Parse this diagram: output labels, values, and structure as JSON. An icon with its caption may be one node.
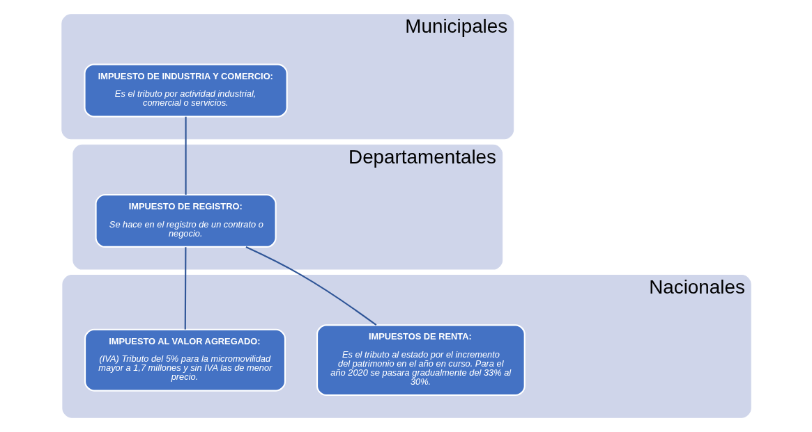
{
  "diagram": {
    "nodes": [
      {
        "text": [
          "Municipales"
        ]
      },
      {
        "text": [
          "IMPUESTO DE INDUSTRIA Y COMERCIO:",
          "Es el tributo por actividad industrial, comercial o servicios."
        ],
        "in": 0
      },
      {
        "text": [
          "Departamentales"
        ]
      },
      {
        "text": [
          "IMPUESTO DE REGISTRO:",
          "Se hace en el registro de un contrato o negocio."
        ],
        "in": 2
      },
      {
        "text": [
          "Nacionales"
        ]
      },
      {
        "text": [
          "IMPUESTOS DE RENTA:",
          "Es el tributo al estado por el incremento del patrimonio en el año en curso. Para el año 2020 se pasara gradualmente del 33% al 30%."
        ],
        "in": 4
      },
      {
        "text": [
          "IMPUESTO AL VALOR AGREGADO:",
          "(IVA) Tributo del 5% para la micromovilidad mayor a 1,7 millones y sin IVA las de menor precio."
        ],
        "in": 4
      }
    ],
    "edges": [
      {
        "from": 1,
        "to": 3,
        "arrow": "none"
      },
      {
        "from": 3,
        "to": 5,
        "arrow": "none"
      },
      {
        "from": 3,
        "to": 6,
        "arrow": "none"
      }
    ]
  }
}
